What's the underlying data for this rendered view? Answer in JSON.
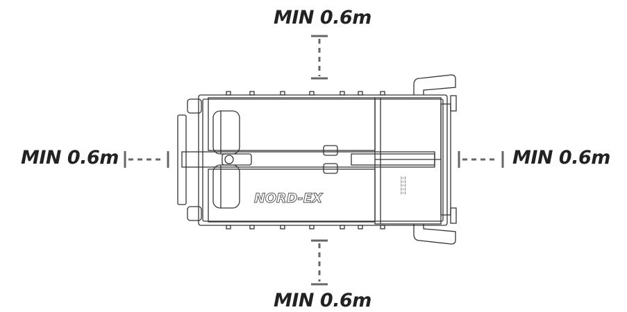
{
  "clearance": {
    "top": "MIN 0.6m",
    "bottom": "MIN 0.6m",
    "left": "MIN 0.6m",
    "right": "MIN 0.6m"
  },
  "machine": {
    "brand": "NORD-EX",
    "side_text": "ΞΞΞΞΞ"
  },
  "colors": {
    "outline": "#333333",
    "dim_line": "#666666",
    "label": "#222222"
  }
}
